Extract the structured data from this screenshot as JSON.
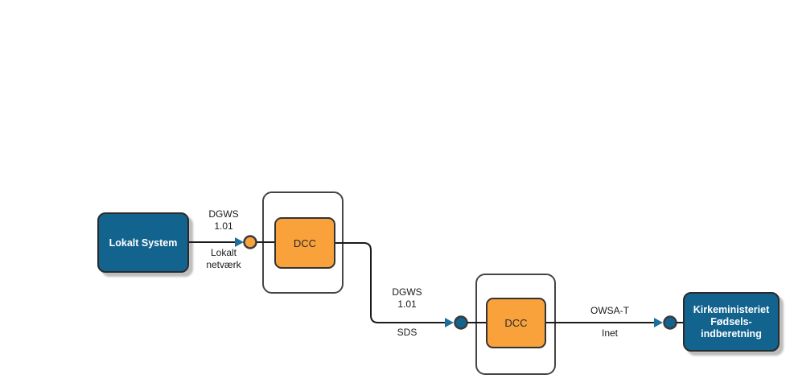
{
  "diagram": {
    "nodes": {
      "lokalt_system": {
        "label": "Lokalt System"
      },
      "dcc_left": {
        "label": "DCC"
      },
      "dcc_right": {
        "label": "DCC"
      },
      "kirkeministeriet": {
        "label": "Kirkeministeriet\nFødsels-\nindberetning"
      }
    },
    "edges": [
      {
        "from": "lokalt_system",
        "to": "dcc_left",
        "label_top": "DGWS\n1.01",
        "label_bottom": "Lokalt\nnetværk",
        "endpoint": "orange-circle"
      },
      {
        "from": "dcc_left",
        "to": "dcc_right",
        "label_top": "DGWS\n1.01",
        "label_bottom": "SDS",
        "endpoint": "blue-circle"
      },
      {
        "from": "dcc_right",
        "to": "kirkeministeriet",
        "label_top": "OWSA-T",
        "label_bottom": "Inet",
        "endpoint": "blue-circle"
      }
    ],
    "colors": {
      "node_blue": "#13638F",
      "node_orange": "#F9A23C",
      "line": "#1a1a1a",
      "arrowhead": "#1C6E9C",
      "endpoint_orange": "#F9A23C",
      "endpoint_blue": "#13638F",
      "node_border": "#2b2b2b",
      "container_border": "#454545",
      "background": "#ffffff"
    }
  }
}
